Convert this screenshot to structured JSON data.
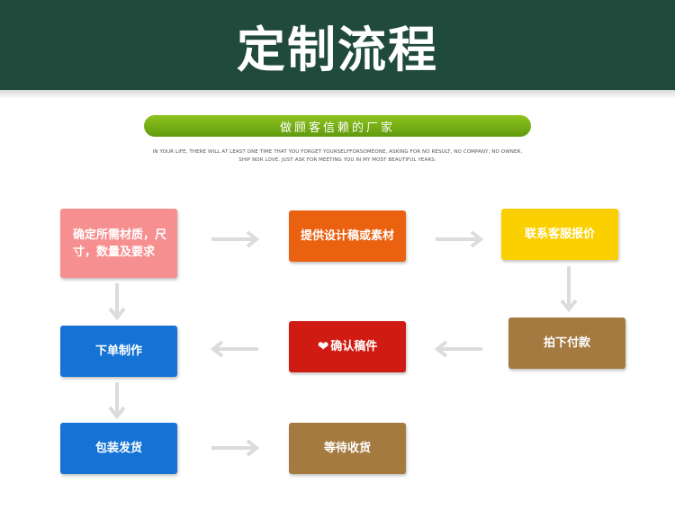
{
  "header": {
    "title": "定制流程"
  },
  "banner": {
    "text": "做顾客信赖的厂家"
  },
  "subtitle": {
    "line1": "IN YOUR LIFE, THERE WILL AT LEAST ONE TIME THAT YOU FORGET YOURSELFFORSOMEONE, ASKING FOR NO RESULT, NO COMPANY, NO OWNER,",
    "line2": "SHIP NOR LOVE. JUST ASK FOR MEETING YOU IN MY MOST BEAUTIFUL YEARS."
  },
  "steps": [
    {
      "label": "确定所需材质，尺寸，数量及要求",
      "color": "#f68f8f"
    },
    {
      "label": "提供设计稿或素材",
      "color": "#ea6110"
    },
    {
      "label": "联系客服报价",
      "color": "#fbd000"
    },
    {
      "label": "拍下付款",
      "color": "#a47a40"
    },
    {
      "label": "确认稿件",
      "color": "#d01b12",
      "icon": "heart-icon"
    },
    {
      "label": "下单制作",
      "color": "#1573d5"
    },
    {
      "label": "包装发货",
      "color": "#1573d5"
    },
    {
      "label": "等待收货",
      "color": "#a47a40"
    }
  ],
  "colors": {
    "header_bg": "#1f4a3c",
    "banner_green": "#6aa514",
    "arrow_gray": "#dcdcdc"
  }
}
